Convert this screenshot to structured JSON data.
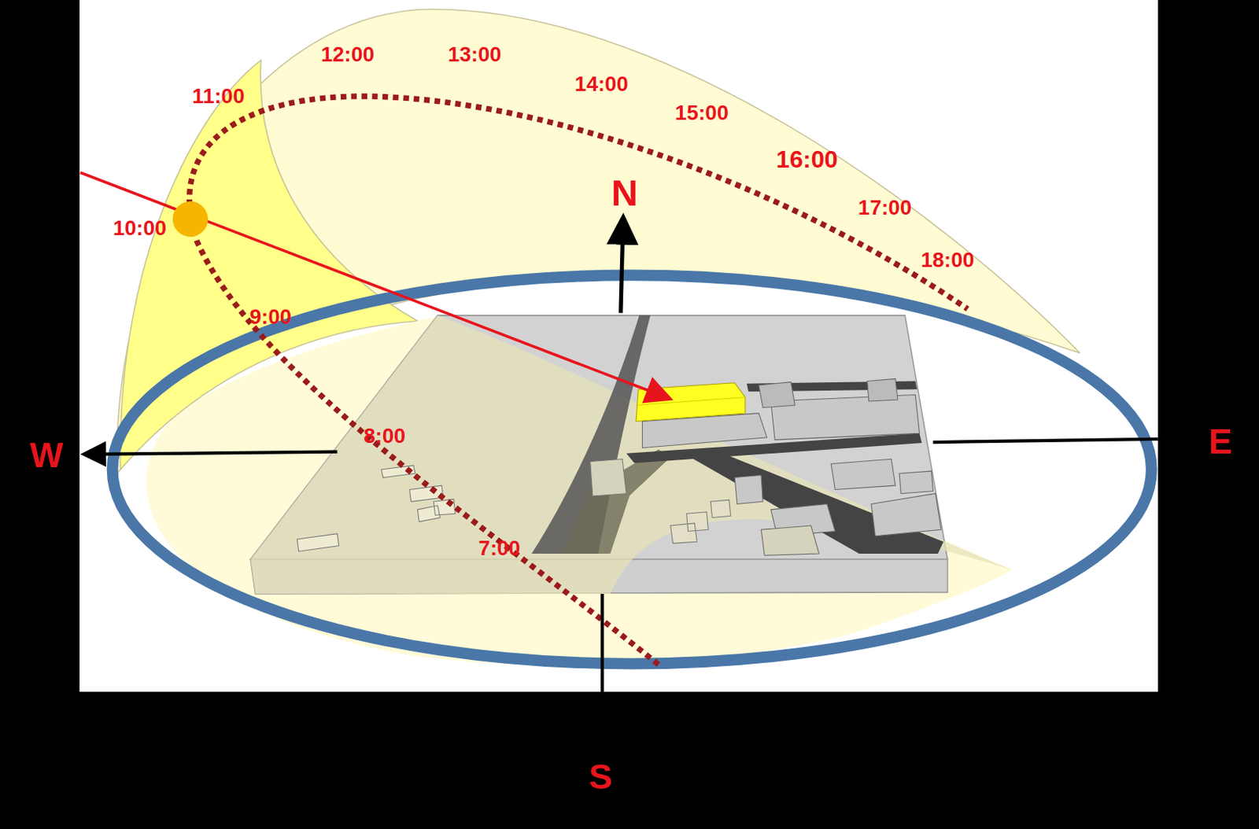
{
  "diagram": {
    "labels": [
      "12:00",
      "13:00",
      "11:00",
      "14:00",
      "15:00",
      "16:00",
      "N",
      "17:00",
      "10:00",
      "18:00",
      "9:00",
      "E",
      "8:00",
      "W",
      "7:00",
      "S"
    ]
  }
}
